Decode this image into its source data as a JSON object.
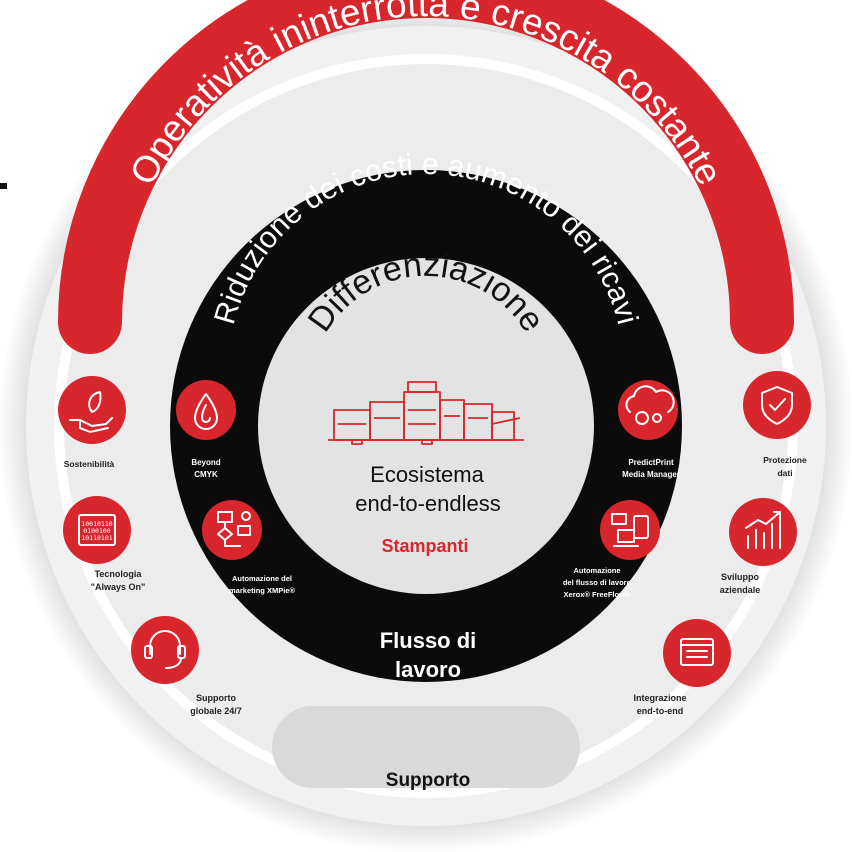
{
  "colors": {
    "accent_red": "#d7262c",
    "dark_ring": "#0b0b0b",
    "light_ring": "#ececec",
    "center_disc": "#e3e3e3",
    "support_pill": "#d9d9d9"
  },
  "outer_arc_title": "Operatività ininterrotta e crescita costante",
  "middle_arc_title": "Riduzione dei costi e aumento dei ricavi",
  "center": {
    "title": "Differenziazione",
    "subtitle_line1": "Ecosistema",
    "subtitle_line2": "end-to-endless",
    "highlight": "Stampanti",
    "icon": "printer-line-icon"
  },
  "workflow": {
    "label_line1": "Flusso di",
    "label_line2": "lavoro"
  },
  "support": {
    "label": "Supporto"
  },
  "inner_items": [
    {
      "lines": [
        "Beyond",
        "CMYK"
      ],
      "icon": "drop-icon"
    },
    {
      "lines": [
        "PredictPrint",
        "Media Manager"
      ],
      "icon": "cloud-gears-icon"
    },
    {
      "lines": [
        "Automazione del",
        "marketing XMPie®"
      ],
      "icon": "flowchart-gear-icon"
    },
    {
      "lines": [
        "Automazione",
        "del flusso di lavoro",
        "Xerox® FreeFlow®"
      ],
      "icon": "devices-icon"
    }
  ],
  "outer_items": [
    {
      "lines": [
        "Sostenibilità"
      ],
      "icon": "hand-leaf-icon"
    },
    {
      "lines": [
        "Tecnologia",
        "\"Always On\""
      ],
      "icon": "binary-icon",
      "icon_text": [
        "10010110",
        "0100100",
        "10110101"
      ]
    },
    {
      "lines": [
        "Supporto",
        "globale 24/7"
      ],
      "icon": "headset-icon"
    },
    {
      "lines": [
        "Protezione",
        "dati"
      ],
      "icon": "shield-check-icon"
    },
    {
      "lines": [
        "Sviluppo",
        "aziendale"
      ],
      "icon": "growth-chart-icon"
    },
    {
      "lines": [
        "Integrazione",
        "end-to-end"
      ],
      "icon": "monitor-icon"
    }
  ]
}
